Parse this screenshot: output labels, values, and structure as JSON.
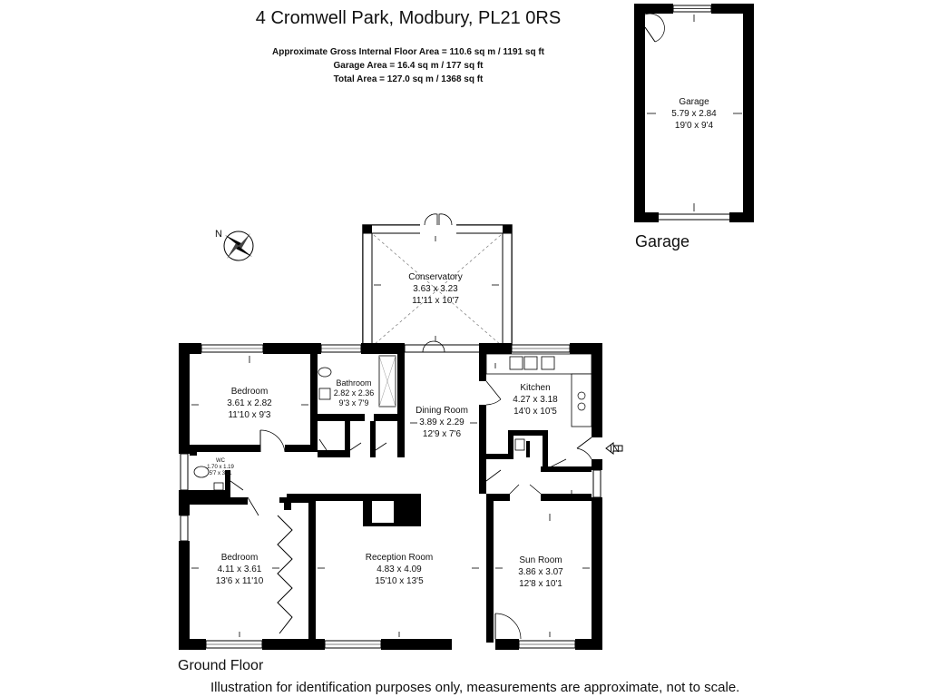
{
  "title": "4 Cromwell Park, Modbury, PL21 0RS",
  "areas": [
    "Approximate Gross Internal Floor Area  = 110.6 sq m / 1191 sq ft",
    "Garage Area = 16.4 sq m / 177 sq ft",
    "Total Area = 127.0 sq m / 1368 sq ft"
  ],
  "compass_label": "N",
  "entrance_label": "IN",
  "garage_plan_label": "Garage",
  "ground_floor_label": "Ground Floor",
  "footer": "Illustration for identification purposes only, measurements are approximate, not to scale.",
  "rooms": {
    "garage": {
      "name": "Garage",
      "metric": "5.79 x 2.84",
      "imperial": "19'0 x 9'4"
    },
    "conservatory": {
      "name": "Conservatory",
      "metric": "3.63 x 3.23",
      "imperial": "11'11 x 10'7"
    },
    "bedroom1": {
      "name": "Bedroom",
      "metric": "3.61 x 2.82",
      "imperial": "11'10 x 9'3"
    },
    "bathroom": {
      "name": "Bathroom",
      "metric": "2.82 x 2.36",
      "imperial": "9'3 x 7'9"
    },
    "dining": {
      "name": "Dining Room",
      "metric": "3.89 x 2.29",
      "imperial": "12'9 x 7'6"
    },
    "kitchen": {
      "name": "Kitchen",
      "metric": "4.27 x 3.18",
      "imperial": "14'0 x 10'5"
    },
    "wc": {
      "name": "WC",
      "metric": "1.70 x 1.19",
      "imperial": "5'7 x 3'11"
    },
    "bedroom2": {
      "name": "Bedroom",
      "metric": "4.11 x 3.61",
      "imperial": "13'6 x 11'10"
    },
    "reception": {
      "name": "Reception Room",
      "metric": "4.83 x 4.09",
      "imperial": "15'10 x 13'5"
    },
    "sunroom": {
      "name": "Sun Room",
      "metric": "3.86 x 3.07",
      "imperial": "12'8 x 10'1"
    }
  }
}
